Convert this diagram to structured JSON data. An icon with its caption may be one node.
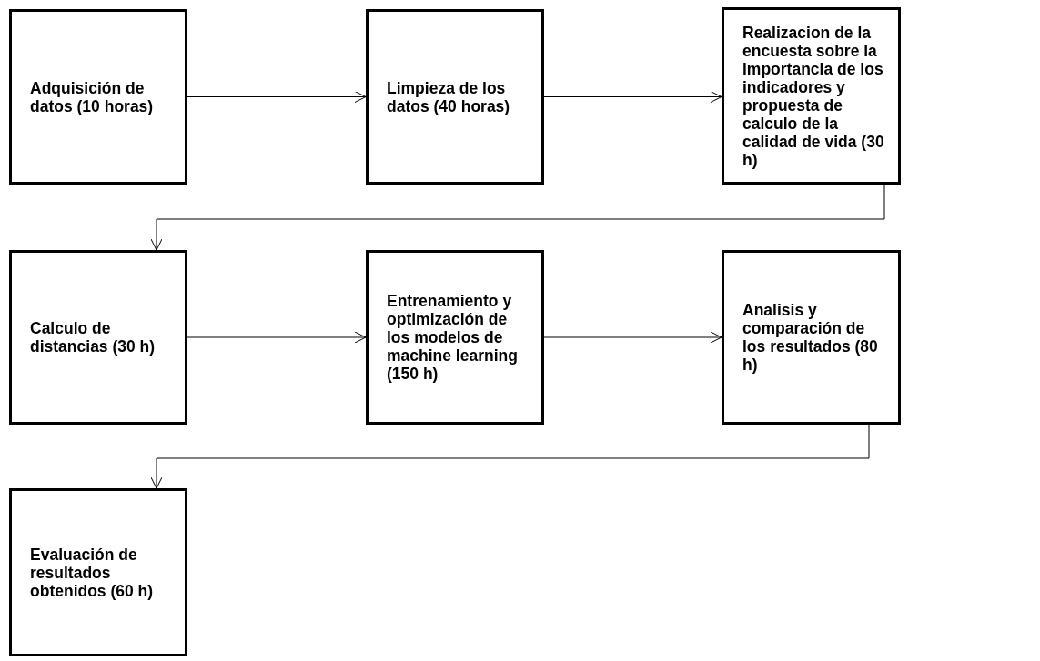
{
  "diagram": {
    "nodes": [
      {
        "text": [
          "Adquisición de datos (10 horas)"
        ]
      },
      {
        "text": [
          "Limpieza de los datos (40 horas)"
        ]
      },
      {
        "text": [
          "Realizacion de la encuesta sobre la importancia de los indicadores y propuesta de calculo de la calidad de vida (30 h)"
        ]
      },
      {
        "text": [
          "Calculo de distancias (30 h)"
        ]
      },
      {
        "text": [
          "Entrenamiento y optimización de los modelos de machine learning (150 h)"
        ]
      },
      {
        "text": [
          "Analisis y comparación de los resultados (80 h)"
        ]
      },
      {
        "text": [
          "Evaluación de resultados  obtenidos (60 h)"
        ]
      }
    ],
    "edges": [
      {
        "from": 0,
        "to": 1,
        "arrow": "to"
      },
      {
        "from": 1,
        "to": 2,
        "arrow": "to"
      },
      {
        "from": 2,
        "to": 3,
        "arrow": "to"
      },
      {
        "from": 3,
        "to": 4,
        "arrow": "to"
      },
      {
        "from": 4,
        "to": 5,
        "arrow": "to"
      },
      {
        "from": 5,
        "to": 6,
        "arrow": "to"
      }
    ]
  }
}
